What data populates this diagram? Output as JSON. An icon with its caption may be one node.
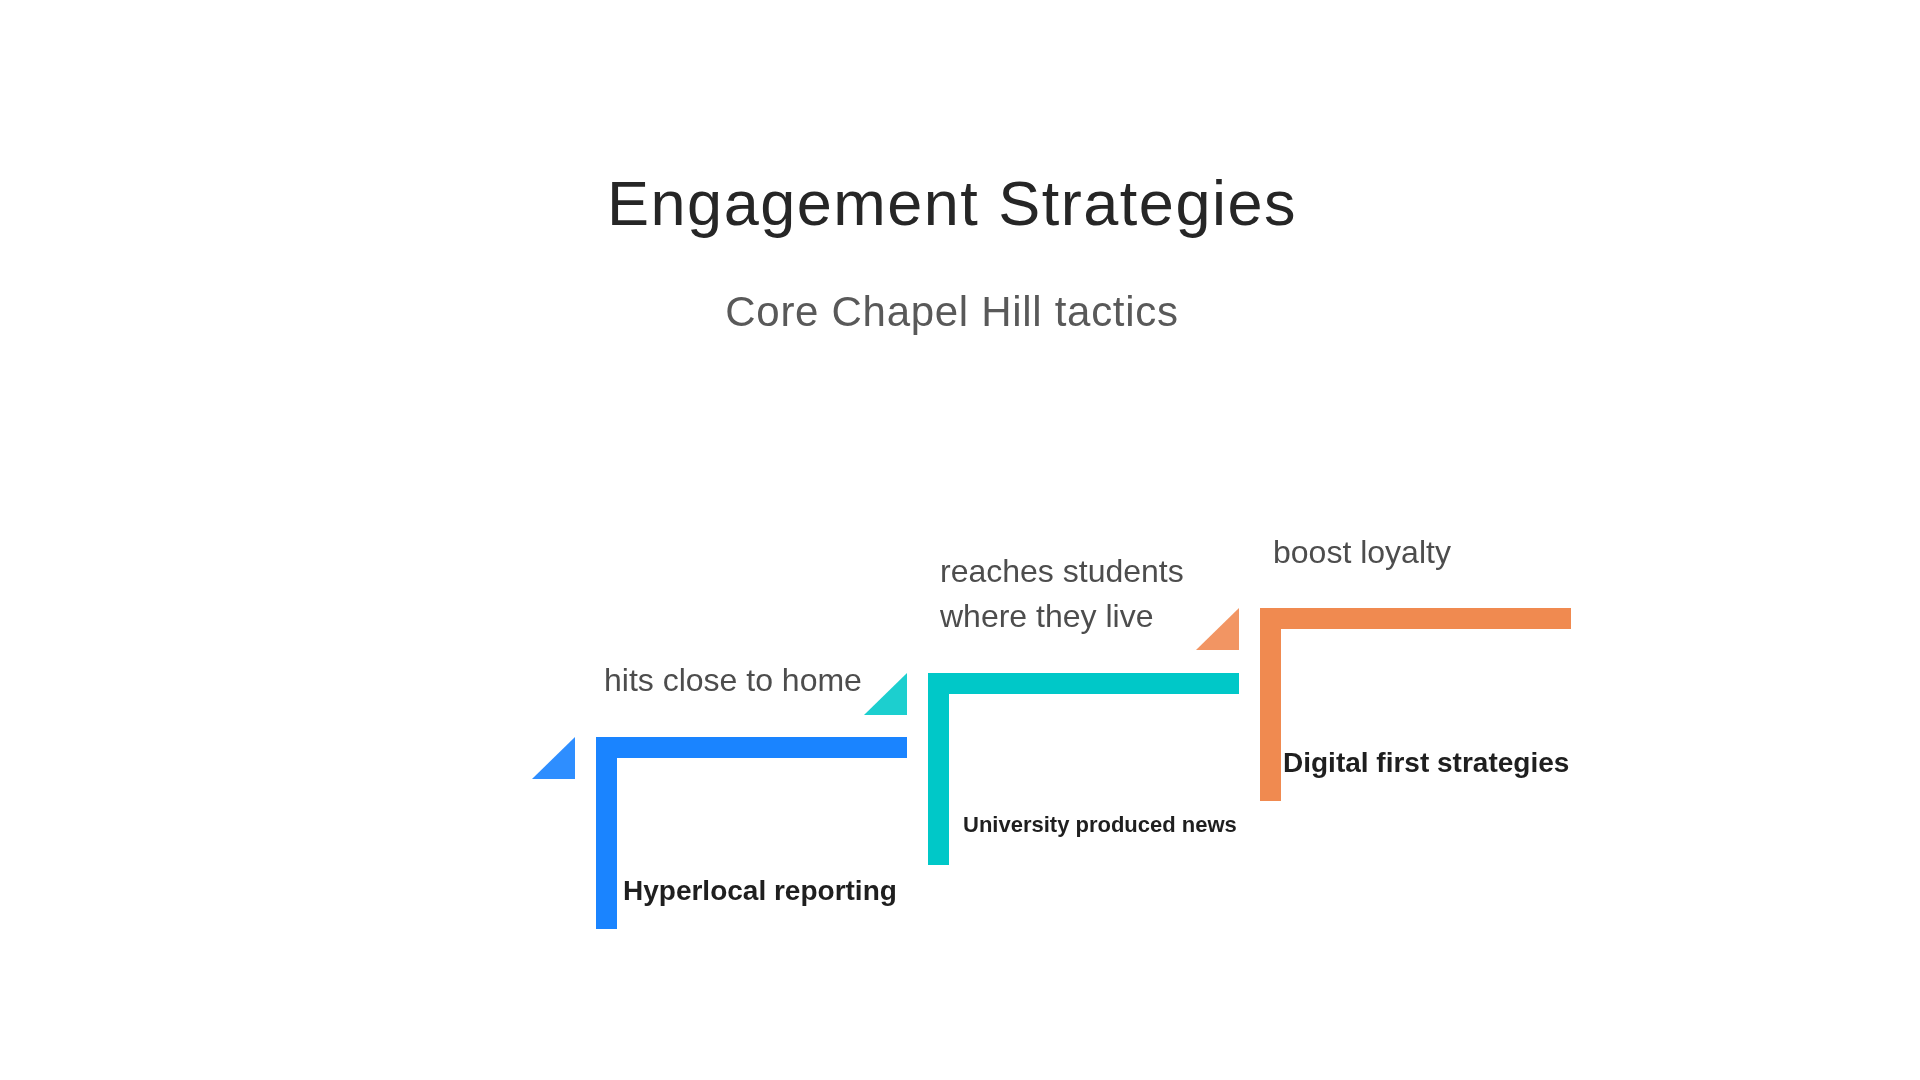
{
  "diagram": {
    "title": "Engagement Strategies",
    "nodes": [
      {
        "text": [
          "Hyperlocal reporting"
        ],
        "beside": [
          "hits close to home"
        ]
      },
      {
        "text": [
          "University produced news"
        ],
        "beside": [
          "reaches students where they live"
        ]
      },
      {
        "text": [
          "Digital first strategies"
        ],
        "beside": [
          "boost loyalty"
        ]
      }
    ],
    "labels": [
      "Core Chapel Hill tactics"
    ]
  }
}
